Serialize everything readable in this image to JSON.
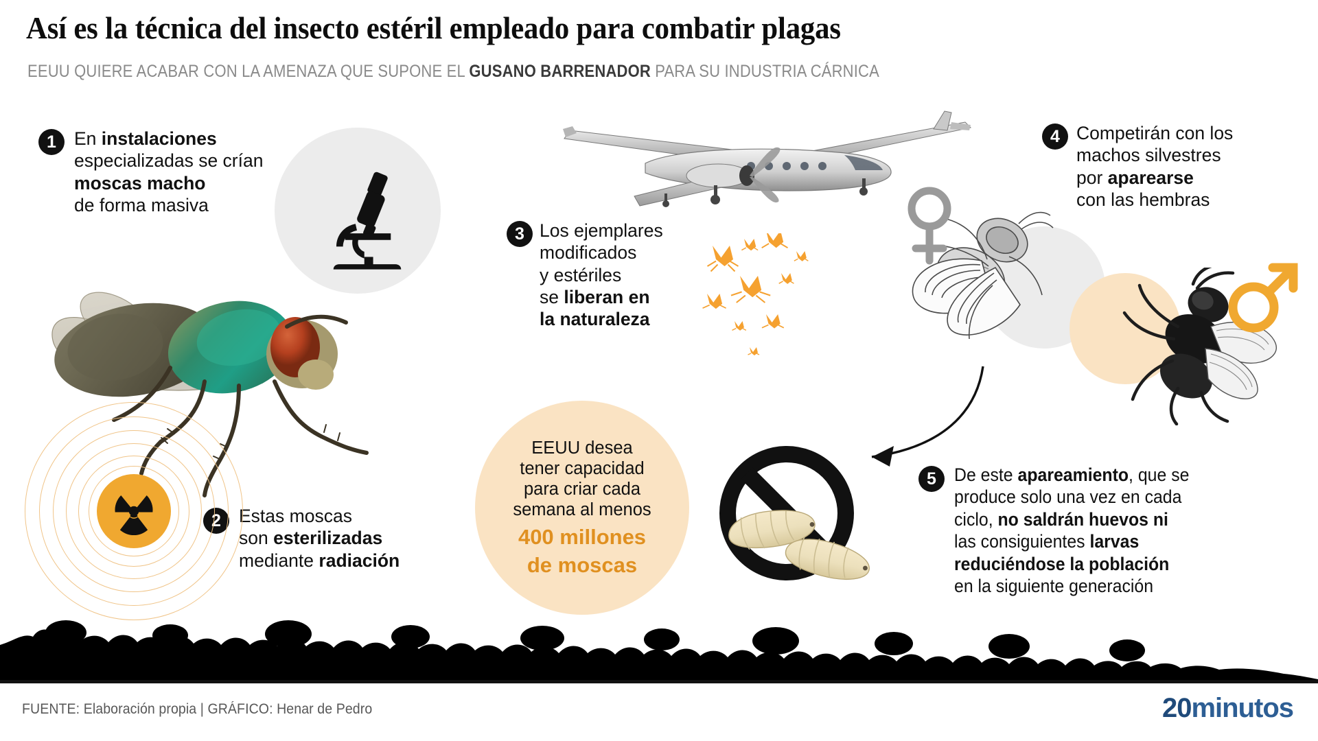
{
  "header": {
    "title": "Así es la técnica del insecto estéril empleado para combatir plagas",
    "subtitle_pre": "EEUU QUIERE ACABAR CON LA AMENAZA QUE SUPONE EL ",
    "subtitle_bold": "GUSANO BARRENADOR",
    "subtitle_post": " PARA SU INDUSTRIA CÁRNICA"
  },
  "steps": [
    {
      "number": "1",
      "lines": [
        [
          {
            "t": "En ",
            "b": false
          },
          {
            "t": "instalaciones",
            "b": true
          }
        ],
        [
          {
            "t": "especializadas se crían",
            "b": false
          }
        ],
        [
          {
            "t": "moscas macho",
            "b": true
          }
        ],
        [
          {
            "t": "de forma masiva",
            "b": false
          }
        ]
      ]
    },
    {
      "number": "2",
      "lines": [
        [
          {
            "t": "Estas moscas",
            "b": false
          }
        ],
        [
          {
            "t": "son ",
            "b": false
          },
          {
            "t": "esterilizadas",
            "b": true
          }
        ],
        [
          {
            "t": "mediante ",
            "b": false
          },
          {
            "t": "radiación",
            "b": true
          }
        ]
      ]
    },
    {
      "number": "3",
      "lines": [
        [
          {
            "t": "Los ejemplares",
            "b": false
          }
        ],
        [
          {
            "t": "modificados",
            "b": false
          }
        ],
        [
          {
            "t": "y estériles",
            "b": false
          }
        ],
        [
          {
            "t": "se ",
            "b": false
          },
          {
            "t": "liberan en",
            "b": true
          }
        ],
        [
          {
            "t": "la naturaleza",
            "b": true
          }
        ]
      ]
    },
    {
      "number": "4",
      "lines": [
        [
          {
            "t": "Competirán con los",
            "b": false
          }
        ],
        [
          {
            "t": "machos silvestres",
            "b": false
          }
        ],
        [
          {
            "t": "por ",
            "b": false
          },
          {
            "t": "aparearse",
            "b": true
          }
        ],
        [
          {
            "t": "con las hembras",
            "b": false
          }
        ]
      ]
    },
    {
      "number": "5",
      "lines": [
        [
          {
            "t": "De este ",
            "b": false
          },
          {
            "t": "apareamiento",
            "b": true
          },
          {
            "t": ", que se",
            "b": false
          }
        ],
        [
          {
            "t": "produce solo una vez en cada",
            "b": false
          }
        ],
        [
          {
            "t": "ciclo, ",
            "b": false
          },
          {
            "t": "no saldrán huevos ni",
            "b": true
          }
        ],
        [
          {
            "t": "las consiguientes ",
            "b": false
          },
          {
            "t": "larvas",
            "b": true
          }
        ],
        [
          {
            "t": "reduciéndose la población",
            "b": true
          }
        ],
        [
          {
            "t": "en la siguiente generación",
            "b": false
          }
        ]
      ]
    }
  ],
  "stat_circle": {
    "line1": "EEUU desea",
    "line2": "tener capacidad",
    "line3": "para criar cada",
    "line4": "semana al menos",
    "highlight1": "400 millones",
    "highlight2": "de moscas"
  },
  "footer": {
    "credit": "FUENTE: Elaboración propia  |  GRÁFICO: Henar de Pedro",
    "logo_num": "20",
    "logo_word": "minutos"
  },
  "colors": {
    "accent_orange": "#e09020",
    "fly_orange": "#f5a130",
    "radiation_orange": "#f0a830",
    "circle_peach": "#fae3c3",
    "grey_blob": "#ececec",
    "brand_blue": "#2d5e94",
    "subtitle_grey": "#8a8a8a",
    "ink": "#111111"
  },
  "icons": {
    "microscope": "microscope-icon",
    "radiation": "radiation-icon",
    "plane": "airplane-icon",
    "orange_flies": "swarm-of-flies-icon",
    "female": "female-symbol-icon",
    "male": "male-symbol-icon",
    "larva_banned": "no-larva-icon",
    "arrow": "curved-arrow-icon"
  }
}
